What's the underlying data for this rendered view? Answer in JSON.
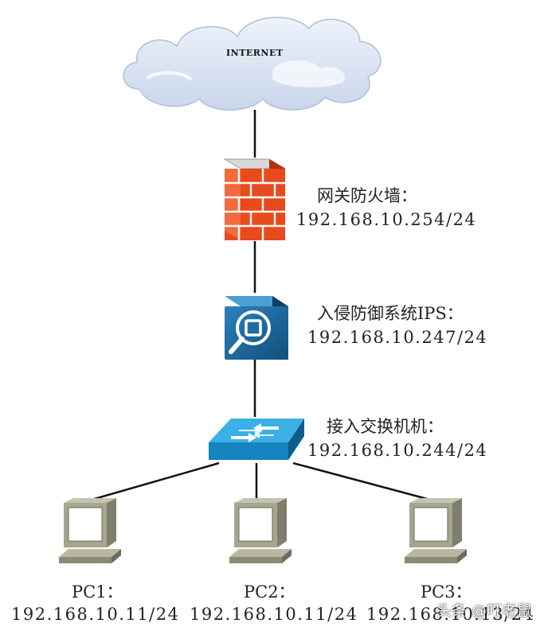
{
  "cloud": {
    "label": "INTERNET"
  },
  "firewall": {
    "name": "网关防火墙：",
    "ip": "192.168.10.254/24"
  },
  "ips": {
    "name": "入侵防御系统IPS：",
    "ip": "192.168.10.247/24"
  },
  "switch": {
    "name": "接入交换机机：",
    "ip": "192.168.10.244/24"
  },
  "pcs": [
    {
      "name": "PC1：",
      "ip": "192.168.10.11/24"
    },
    {
      "name": "PC2：",
      "ip": "192.168.10.11/24"
    },
    {
      "name": "PC3：",
      "ip": "192.168.10.13/24"
    }
  ],
  "watermark": "头条 @叮老鼠",
  "colors": {
    "firewall": "#e84a1e",
    "ips": "#1f6ea3",
    "switch": "#1d8fc8",
    "pc": "#9a9a86",
    "cloud": "#dde6f4"
  }
}
